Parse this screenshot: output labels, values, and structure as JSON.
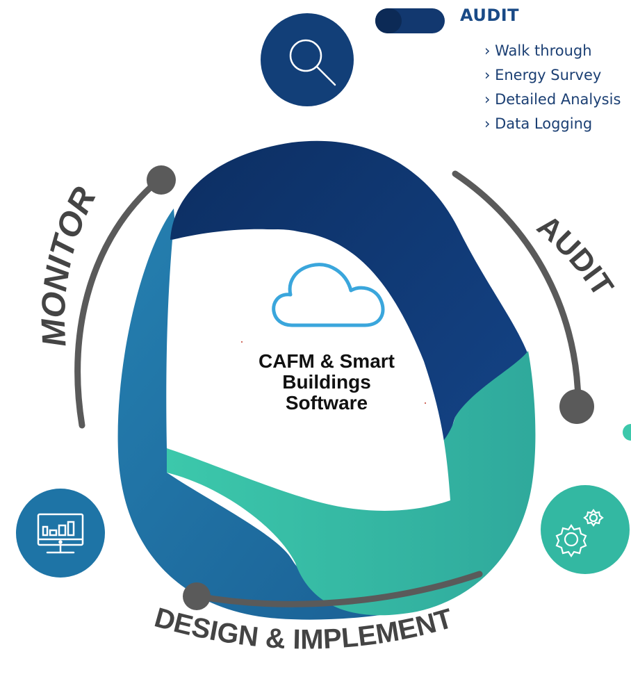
{
  "panel": {
    "title": "AUDIT",
    "items": [
      "› Walk through",
      "› Energy Survey",
      "› Detailed Analysis",
      "› Data Logging"
    ]
  },
  "center": {
    "line1": "CAFM & Smart",
    "line2": "Buildings",
    "line3": "Software"
  },
  "arc_labels": {
    "monitor": "MONITOR",
    "audit": "AUDIT",
    "design": "DESIGN & IMPLEMENT"
  },
  "icons": {
    "audit": "magnifier-icon",
    "monitor": "monitor-chart-icon",
    "design": "gears-icon",
    "center": "cloud-icon"
  },
  "colors": {
    "navy": "#0f3a74",
    "mid_blue": "#1d6fa3",
    "teal": "#36bfa6",
    "gray": "#5a5a5a",
    "text_blue": "#1a4a86",
    "cloud": "#3aa6dc"
  }
}
